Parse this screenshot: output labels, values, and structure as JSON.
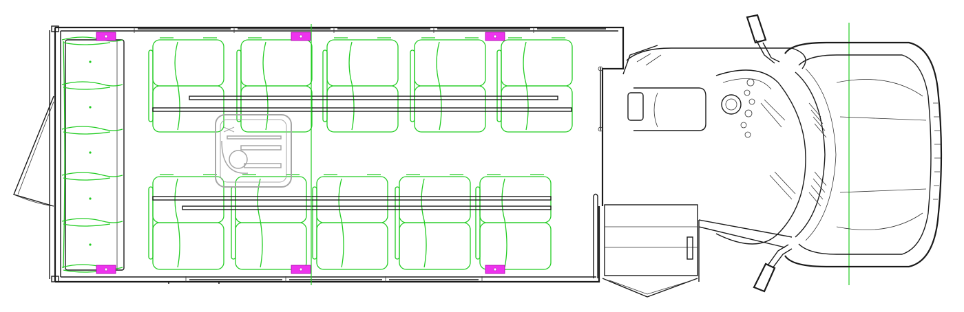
{
  "colors": {
    "line": "#1a1a1a",
    "seat": "#22cc22",
    "anchor": "#ee33ee",
    "wheelchair": "#a6a6a6",
    "background": "#ffffff"
  },
  "rows": {
    "upper": 5,
    "lower": 5
  },
  "rear_positions": 5,
  "securement_points": 6,
  "icons": [
    "wheelchair-securement-icon",
    "steering-wheel-icon",
    "mirror-icon",
    "door-icon"
  ]
}
